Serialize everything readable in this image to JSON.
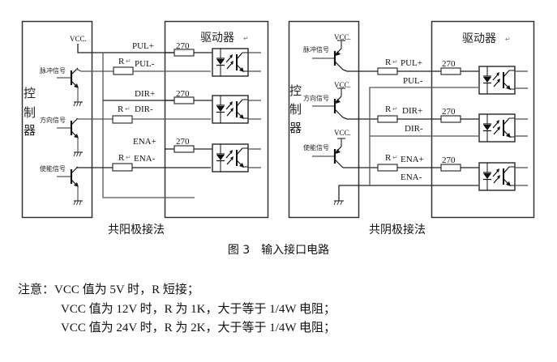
{
  "figure": {
    "title": "图 3　输入接口电路"
  },
  "common_anode": {
    "caption": "共阳极接法",
    "controller": {
      "label_chars": [
        "控",
        "制",
        "器"
      ],
      "vcc_label": "VCC.",
      "signals": [
        "脉冲信号",
        "方向信号",
        "使能信号"
      ]
    },
    "wiring": {
      "resistor_label": "R",
      "pins": [
        {
          "plus": "PUL+",
          "minus": "PUL-"
        },
        {
          "plus": "DIR+",
          "minus": "DIR-"
        },
        {
          "plus": "ENA+",
          "minus": "ENA-"
        }
      ]
    },
    "driver": {
      "title": "驱动器",
      "resistor_value": "270"
    }
  },
  "common_cathode": {
    "caption": "共阴极接法",
    "controller": {
      "label_chars": [
        "控",
        "制",
        "器"
      ],
      "vcc_label": "VCC.",
      "signals": [
        "脉冲信号",
        "方向信号",
        "使能信号"
      ]
    },
    "wiring": {
      "resistor_label": "R",
      "pins": [
        {
          "plus": "PUL+",
          "minus": "PUL-"
        },
        {
          "plus": "DIR+",
          "minus": "DIR-"
        },
        {
          "plus": "ENA+",
          "minus": "ENA-"
        }
      ]
    },
    "driver": {
      "title": "驱动器",
      "resistor_value": "270"
    }
  },
  "notes": {
    "prefix": "注意：",
    "lines": [
      "VCC 值为 5V 时，R 短接；",
      "VCC 值为 12V 时，R 为 1K，大于等于 1/4W 电阻；",
      "VCC 值为 24V 时，R 为 2K，大于等于 1/4W 电阻；"
    ]
  }
}
